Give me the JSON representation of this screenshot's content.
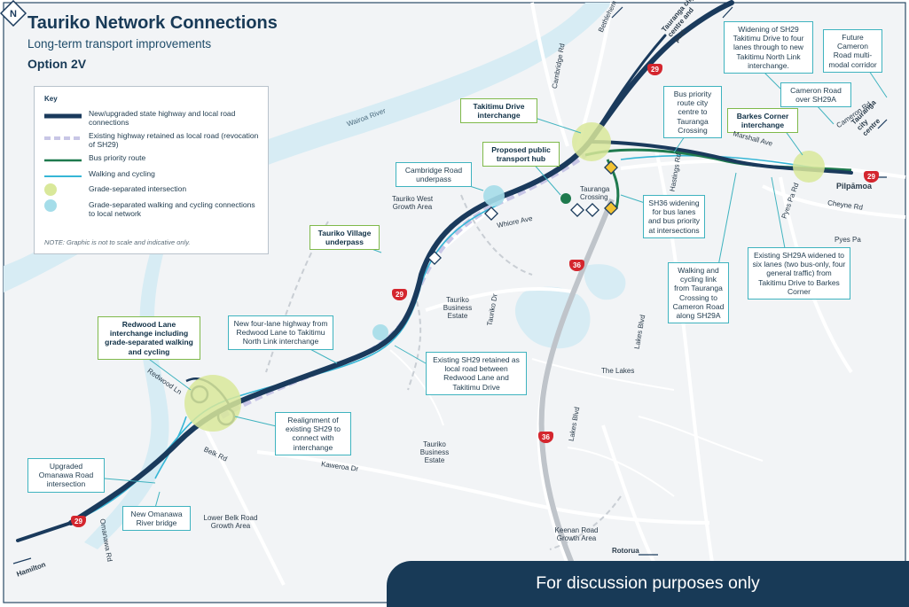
{
  "header": {
    "title": "Tauriko Network Connections",
    "subtitle": "Long-term transport improvements",
    "option": "Option 2V"
  },
  "key": {
    "heading": "Key",
    "items": [
      {
        "label": "New/upgraded state highway and local road connections",
        "style": "thick-navy"
      },
      {
        "label": "Existing highway retained as local road (revocation of SH29)",
        "style": "dashed-lavender"
      },
      {
        "label": "Bus priority route",
        "style": "green-line"
      },
      {
        "label": "Walking and cycling",
        "style": "cyan-line"
      },
      {
        "label": "Grade-separated intersection",
        "style": "lime-circle"
      },
      {
        "label": "Grade-separated walking and cycling connections to local network",
        "style": "cyan-circle"
      }
    ],
    "note": "NOTE: Graphic is not to scale and indicative only."
  },
  "callouts": {
    "takitimu_drive": "Takitimu Drive interchange",
    "widening_sh29": "Widening of SH29 Takitimu Drive to four lanes through to new Takitimu North Link interchange.",
    "future_cameron": "Future Cameron Road multi-modal corridor",
    "bus_priority": "Bus priority route city centre to Tauranga Crossing",
    "cameron_over": "Cameron Road over SH29A",
    "barkes_corner": "Barkes Corner interchange",
    "transport_hub": "Proposed public transport hub",
    "cambridge_underpass": "Cambridge Road underpass",
    "tauriko_village": "Tauriko Village underpass",
    "sh36_widening": "SH36 widening for bus lanes and bus priority at intersections",
    "walking_link": "Walking and cycling link from Tauranga Crossing to Cameron Road along SH29A",
    "sh29a_widened": "Existing SH29A widened to six lanes (two bus-only, four general traffic) from Takitimu Drive to Barkes Corner",
    "redwood_lane": "Redwood Lane interchange including grade-separated walking and cycling",
    "new_four_lane": "New four-lane highway from Redwood Lane to Takitimu North Link interchange",
    "existing_sh29": "Existing SH29 retained as local road between Redwood Lane and Takitimu Drive",
    "realignment": "Realignment of existing SH29 to connect with interchange",
    "omanawa_road": "Upgraded Omanawa Road intersection",
    "omanawa_bridge": "New Omanawa River bridge"
  },
  "place_labels": {
    "wairoa_river": "Wairoa River",
    "bethlehem": "Bethlehem",
    "tauranga_city_centre_port": "Tauranga city centre and port",
    "cambridge_rd": "Cambridge Rd",
    "tauriko_west": "Tauriko West Growth Area",
    "tauranga_crossing": "Tauranga Crossing",
    "whiore_ave": "Whiore Ave",
    "hastings_rd": "Hastings Rd",
    "marshall_ave": "Marshall Ave",
    "cameron_rd": "Cameron Rd",
    "tauranga_city_centre": "Tauranga city centre",
    "pyes_pa_rd": "Pyes Pa Rd",
    "cheyne_rd": "Cheyne Rd",
    "pyes_pa": "Pyes Pa",
    "pilpamoa": "Pilpāmoa",
    "tauriko_business_estate_1": "Tauriko Business Estate",
    "tauriko_dr": "Tauriko Dr",
    "lakes_blvd_1": "Lakes Blvd",
    "the_lakes": "The Lakes",
    "lakes_blvd_2": "Lakes Blvd",
    "tauriko_business_estate_2": "Tauriko Business Estate",
    "redwood_ln": "Redwood Ln",
    "belk_rd": "Belk Rd",
    "kaweroa_dr": "Kaweroa Dr",
    "omanawa_rd": "Omanawa Rd",
    "hamilton": "Hamilton",
    "lower_belk": "Lower Belk Road Growth Area",
    "keenan_road": "Keenan Road Growth Area",
    "rotorua": "Rotorua"
  },
  "shields": {
    "sh29_a": "29",
    "sh29_b": "29",
    "sh29_c": "29",
    "sh29_d": "29",
    "sh36_a": "36",
    "sh36_b": "36"
  },
  "compass": {
    "label": "N"
  },
  "banner": {
    "text": "For discussion purposes only"
  },
  "colors": {
    "highway": "#1a3a5c",
    "existing_revoked": "#c8c6e6",
    "bus_route": "#1f7a4e",
    "walking_cycling": "#36b6d6",
    "grade_separated": "#d9e89a",
    "river": "#dceef5",
    "callout_green": "#7fb94a",
    "callout_teal": "#3fb3bf",
    "shield_red": "#d4262e"
  }
}
